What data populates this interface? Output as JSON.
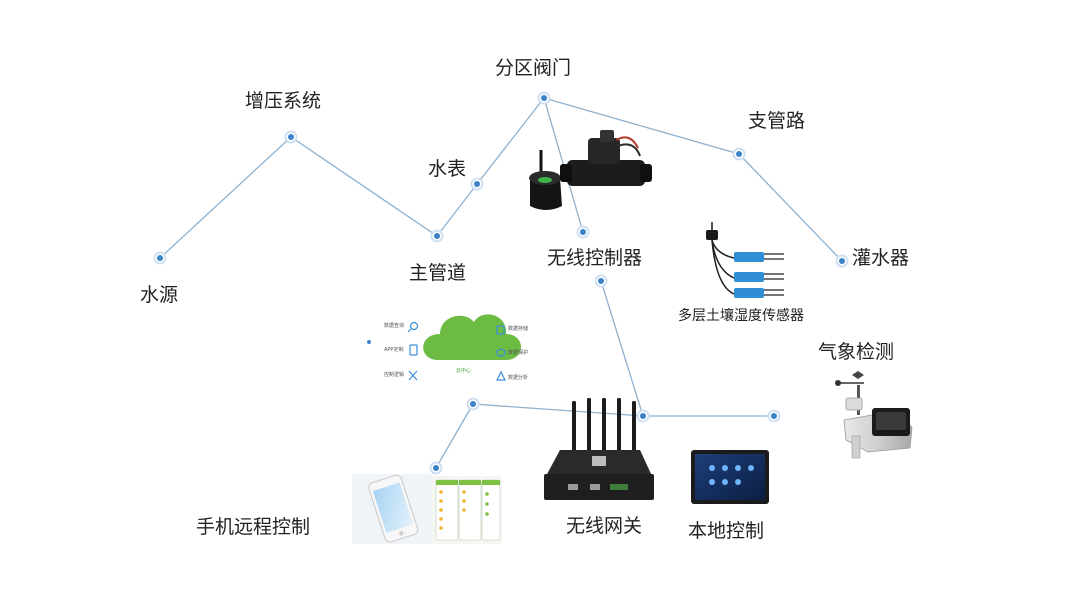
{
  "colors": {
    "line": "#8fb1ce",
    "node": "#3d82c9",
    "node_ring": "#cfe0f2",
    "cloud": "#6cbc44",
    "accent_icon": "#3a8fd8"
  },
  "labels": {
    "water_source": "水源",
    "booster_system": "增压系统",
    "main_pipe": "主管道",
    "water_meter": "水表",
    "zone_valve": "分区阀门",
    "branch_pipe": "支管路",
    "irrigator": "灌水器",
    "wireless_controller": "无线控制器",
    "soil_sensor": "多层土壤湿度传感器",
    "weather": "气象检测",
    "mobile_control": "手机远程控制",
    "gateway": "无线网关",
    "local_control": "本地控制"
  },
  "cloud_panel": {
    "center_label": "云中心",
    "left_items": [
      "数据查询",
      "APP定制",
      "控制逻辑"
    ],
    "right_items": [
      "数据存储",
      "数据保护",
      "数据分析"
    ]
  }
}
